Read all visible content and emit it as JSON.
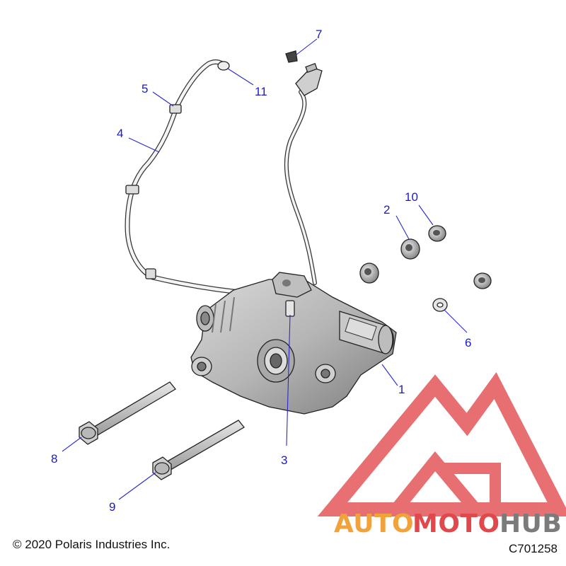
{
  "footer": {
    "copyright": "© 2020 Polaris Industries Inc.",
    "diagram_code": "C701258"
  },
  "callouts": [
    "1",
    "2",
    "3",
    "4",
    "5",
    "6",
    "7",
    "8",
    "9",
    "10",
    "11"
  ],
  "watermark": {
    "part1": "AUTO",
    "part2": "MOTO",
    "part3": "HUB",
    "color_orange": "#f2a23a",
    "color_red": "#e0484b",
    "color_gray": "#7b7b7b"
  },
  "colors": {
    "callout_text": "#1a1acc",
    "leader_line": "#2a2ad0"
  }
}
